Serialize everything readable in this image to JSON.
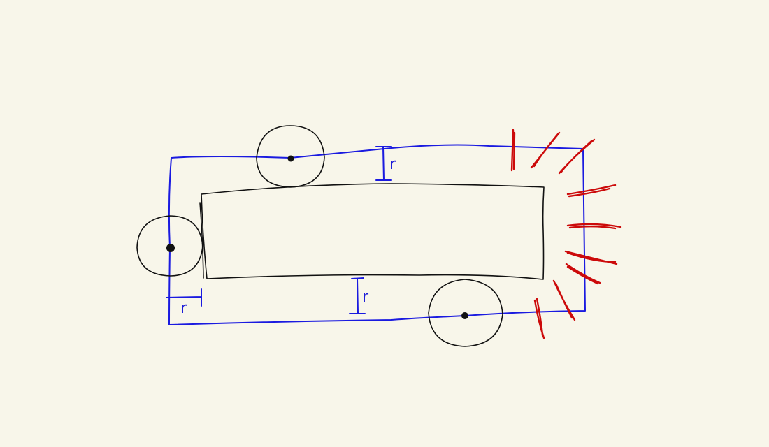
{
  "diagram": {
    "labels": {
      "top_gap": "r",
      "bottom_gap": "r",
      "left_gap": "r"
    },
    "colors": {
      "background": "#f8f6ea",
      "path": "#1a1ae0",
      "shape": "#111111",
      "marks": "#cc0a0a"
    }
  }
}
